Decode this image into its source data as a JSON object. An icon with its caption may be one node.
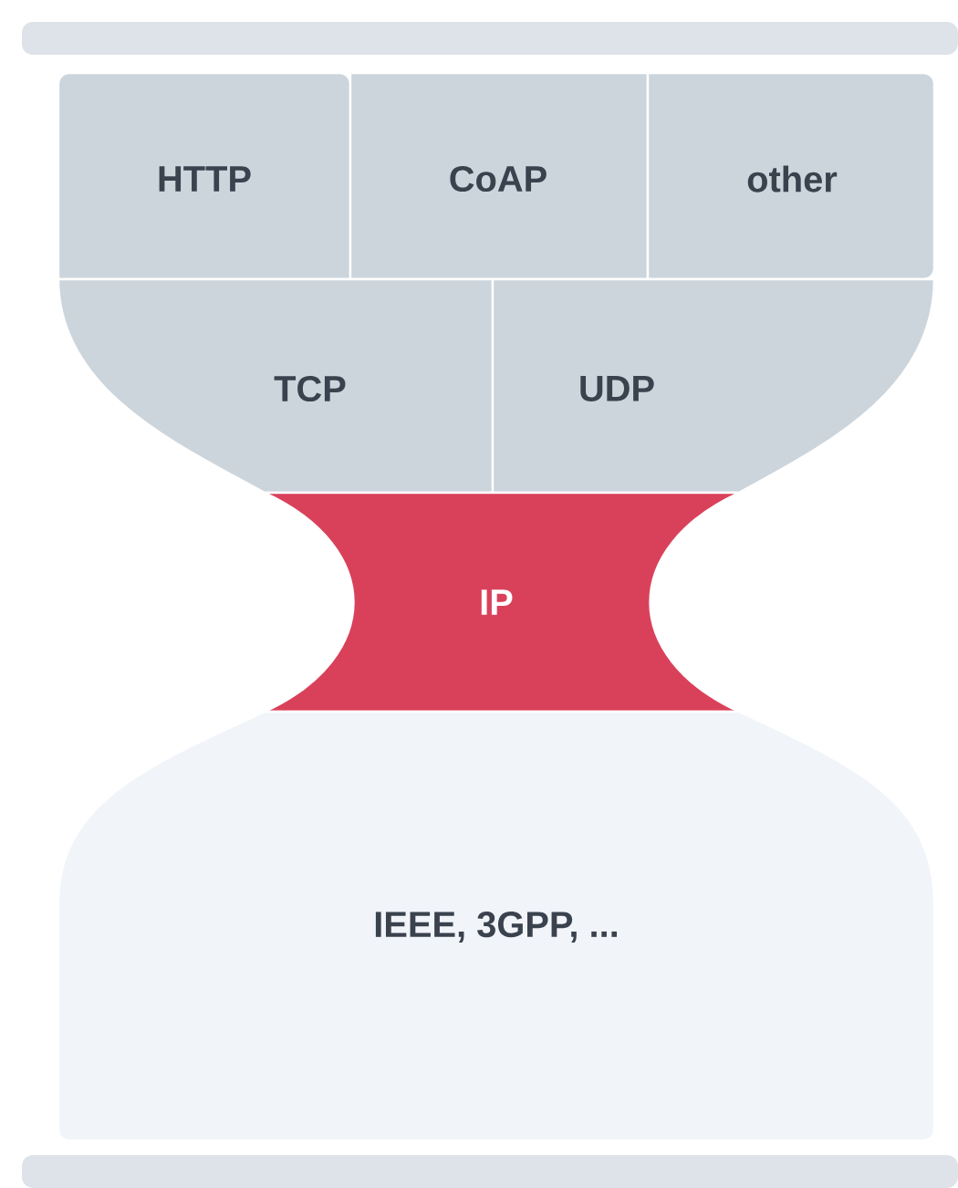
{
  "diagram": {
    "nodes": [
      {
        "text": [],
        "shape": "bar"
      },
      {
        "text": [
          "HTTP"
        ]
      },
      {
        "text": [
          "CoAP"
        ]
      },
      {
        "text": [
          "other"
        ]
      },
      {
        "text": [
          "TCP"
        ]
      },
      {
        "text": [
          "UDP"
        ]
      },
      {
        "text": [
          "IP"
        ]
      },
      {
        "text": [
          "IEEE, 3GPP, ..."
        ]
      },
      {
        "text": [],
        "shape": "bar"
      }
    ]
  }
}
